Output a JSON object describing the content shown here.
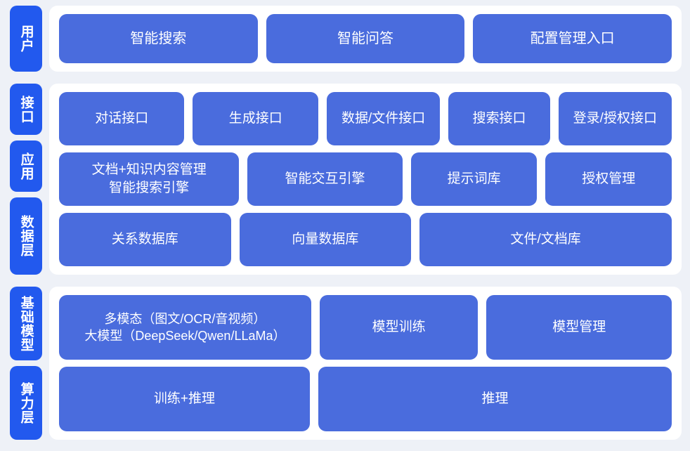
{
  "theme": {
    "page_background": "#eef1f7",
    "panel_background": "#ffffff",
    "label_blue": "#2259ee",
    "box_blue": "#4a6cdd",
    "text_color": "#ffffff"
  },
  "diagram": {
    "type": "layered-architecture",
    "title": "",
    "sections": [
      {
        "id": "user",
        "labels": [
          "用户"
        ],
        "rows": [
          {
            "boxes": [
              {
                "label": "智能搜索"
              },
              {
                "label": "智能问答"
              },
              {
                "label": "配置管理入口"
              }
            ]
          }
        ]
      },
      {
        "id": "interface-application-data",
        "labels": [
          "接口",
          "应用",
          "数据层"
        ],
        "rows": [
          {
            "boxes": [
              {
                "label": "对话接口"
              },
              {
                "label": "生成接口"
              },
              {
                "label": "数据/文件接口"
              },
              {
                "label": "搜索接口"
              },
              {
                "label": "登录/授权接口"
              }
            ]
          },
          {
            "boxes": [
              {
                "label": "文档+知识内容管理\n智能搜索引擎"
              },
              {
                "label": "智能交互引擎"
              },
              {
                "label": "提示词库"
              },
              {
                "label": "授权管理"
              }
            ]
          },
          {
            "boxes": [
              {
                "label": "关系数据库"
              },
              {
                "label": "向量数据库"
              },
              {
                "label": "文件/文档库"
              }
            ]
          }
        ]
      },
      {
        "id": "foundation-model-compute",
        "labels": [
          "基础模型",
          "算力层"
        ],
        "rows": [
          {
            "boxes": [
              {
                "label": "多模态（图文/OCR/音视频）\n大模型（DeepSeek/Qwen/LLaMa）"
              },
              {
                "label": "模型训练"
              },
              {
                "label": "模型管理"
              }
            ]
          },
          {
            "boxes": [
              {
                "label": "训练+推理"
              },
              {
                "label": "推理"
              }
            ]
          }
        ]
      }
    ]
  }
}
